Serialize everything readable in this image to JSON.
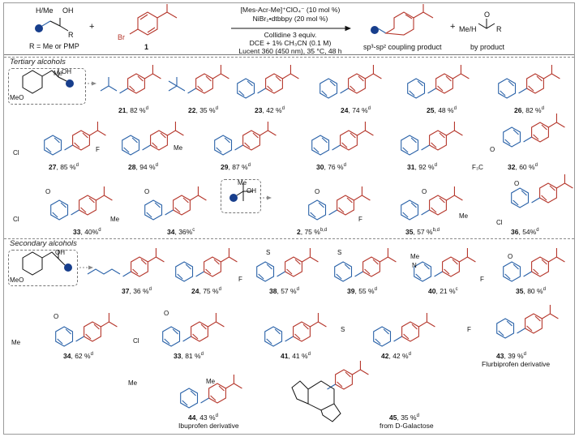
{
  "header": {
    "reagent_line1": "H/Me",
    "reagent_oh": "OH",
    "reagent_r": "R",
    "plus1": "+",
    "r_def": "R = Me or PMP",
    "br": "Br",
    "compound1": "1",
    "cond1": "[Mes-Acr-Me]⁺ClO₄⁻ (10 mol %)",
    "cond2": "NiBr₂•dtbbpy (20 mol %)",
    "cond3": "Collidine 3 equiv.",
    "cond4": "DCE + 1% CH₃CN (0.1 M)",
    "cond5": "Lucent 360 (450 nm), 35 °C,  48 h",
    "product_label": "sp³-sp² coupling product",
    "plus2": "+",
    "byproduct_meh": "Me/H",
    "byproduct_r": "R",
    "byproduct_o": "O",
    "byproduct_label": "by product"
  },
  "sections": {
    "tertiary": "Tertiary alcohols",
    "secondary": "Secondary alcohols"
  },
  "substituents": {
    "meo": "MeO",
    "me": "Me",
    "oh": "OH",
    "cl": "Cl",
    "f": "F",
    "f3c": "F₃C",
    "s": "S",
    "n": "N",
    "o": "O"
  },
  "tertiary_products": [
    {
      "num": "21",
      "yield": ", 82 %",
      "note": "d"
    },
    {
      "num": "22",
      "yield": ", 35 %",
      "note": "d"
    },
    {
      "num": "23",
      "yield": ", 42 %",
      "note": "d"
    },
    {
      "num": "24",
      "yield": ", 74 %",
      "note": "d"
    },
    {
      "num": "25",
      "yield": ", 48 %",
      "note": "d"
    },
    {
      "num": "26",
      "yield": ", 82 %",
      "note": "d"
    },
    {
      "num": "27",
      "yield": ", 85 %",
      "note": "d"
    },
    {
      "num": "28",
      "yield": ", 94 %",
      "note": "d"
    },
    {
      "num": "29",
      "yield": ", 87 %",
      "note": "d"
    },
    {
      "num": "30",
      "yield": ", 76 %",
      "note": "d"
    },
    {
      "num": "31",
      "yield": ", 92 %",
      "note": "d"
    },
    {
      "num": "32",
      "yield": ", 60 %",
      "note": "d"
    },
    {
      "num": "33",
      "yield": ", 40%",
      "note": "d"
    },
    {
      "num": "34",
      "yield": ", 36%",
      "note": "c"
    },
    {
      "num": "2",
      "yield": ", 75 %",
      "note": "b,d"
    },
    {
      "num": "35",
      "yield": ", 57 %",
      "note": "b,d"
    },
    {
      "num": "36",
      "yield": ", 54%",
      "note": "d"
    }
  ],
  "secondary_products": [
    {
      "num": "37",
      "yield": ", 36 %",
      "note": "d"
    },
    {
      "num": "24",
      "yield": ", 75 %",
      "note": "d"
    },
    {
      "num": "38",
      "yield": ", 57 %",
      "note": "d"
    },
    {
      "num": "39",
      "yield": ", 55 %",
      "note": "d"
    },
    {
      "num": "40",
      "yield": ", 21 %",
      "note": "c"
    },
    {
      "num": "35",
      "yield": ", 80 %",
      "note": "d"
    },
    {
      "num": "34",
      "yield": ", 62 %",
      "note": "d"
    },
    {
      "num": "33",
      "yield": ", 81 %",
      "note": "d"
    },
    {
      "num": "41",
      "yield": ", 41 %",
      "note": "d"
    },
    {
      "num": "42",
      "yield": ", 42 %",
      "note": "d"
    },
    {
      "num": "43",
      "yield": ", 39 %",
      "note": "d"
    },
    {
      "num": "44",
      "yield": ", 43 %",
      "note": "d"
    },
    {
      "num": "45",
      "yield": ", 35 %",
      "note": "d"
    }
  ],
  "captions": {
    "flurbiprofen": "Flurbiprofen derivative",
    "ibuprofen": "Ibuprofen derivative",
    "galactose": "from D-Galactose"
  }
}
